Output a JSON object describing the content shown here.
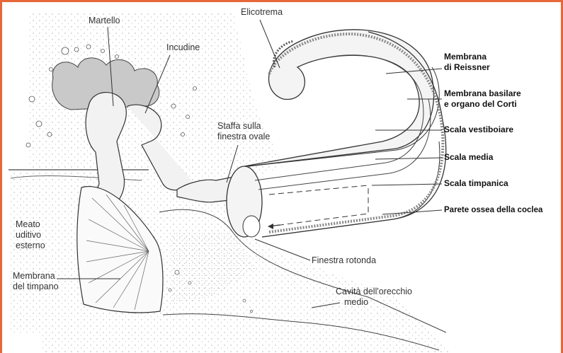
{
  "colors": {
    "border": "#e8673a",
    "ink": "#3a3a3a",
    "stipple": "#9a9a9a",
    "fill": "#f4f4f4"
  },
  "labels": {
    "martello": "Martello",
    "incudine": "Incudine",
    "elicotrema": "Elicotrema",
    "staffa": [
      "Staffa sulla",
      "finestra ovale"
    ],
    "meato": [
      "Meato",
      "uditivo",
      "esterno"
    ],
    "membrana_timpano": [
      "Membrana",
      "del timpano"
    ],
    "finestra_rotonda": "Finestra rotonda",
    "cavita": [
      "Cavità dell'orecchio",
      "medio"
    ]
  },
  "cochlea_labels": [
    [
      "Membrana",
      "di Reissner"
    ],
    [
      "Membrana basilare",
      "e organo del Corti"
    ],
    [
      "Scala vestiboiare"
    ],
    [
      "Scala media"
    ],
    [
      "Scala timpanica"
    ],
    [
      "Parete ossea della coclea"
    ]
  ]
}
